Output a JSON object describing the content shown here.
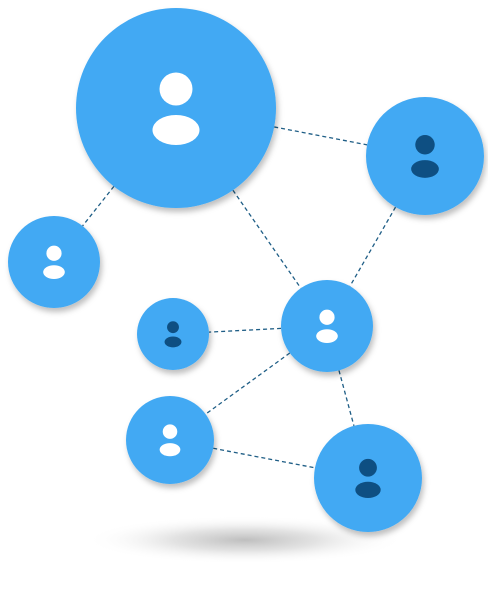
{
  "network": {
    "node_color": "#42A9F3",
    "link_color": "#1F5E86",
    "icon_colors": {
      "white": "#FFFFFF",
      "dark": "#0E4F82"
    },
    "shadow_color": "#7A7A7A",
    "nodes": [
      {
        "id": "node-1",
        "icon": "user-icon",
        "icon_style": "white"
      },
      {
        "id": "node-2",
        "icon": "user-icon",
        "icon_style": "dark"
      },
      {
        "id": "node-3",
        "icon": "user-icon",
        "icon_style": "white"
      },
      {
        "id": "node-4",
        "icon": "user-icon",
        "icon_style": "white"
      },
      {
        "id": "node-5",
        "icon": "user-icon",
        "icon_style": "dark"
      },
      {
        "id": "node-6",
        "icon": "user-icon",
        "icon_style": "white"
      },
      {
        "id": "node-7",
        "icon": "user-icon",
        "icon_style": "dark"
      }
    ],
    "links": [
      [
        "node-1",
        "node-2"
      ],
      [
        "node-1",
        "node-3"
      ],
      [
        "node-1",
        "node-4"
      ],
      [
        "node-2",
        "node-4"
      ],
      [
        "node-4",
        "node-5"
      ],
      [
        "node-4",
        "node-6"
      ],
      [
        "node-4",
        "node-7"
      ],
      [
        "node-6",
        "node-7"
      ]
    ]
  }
}
